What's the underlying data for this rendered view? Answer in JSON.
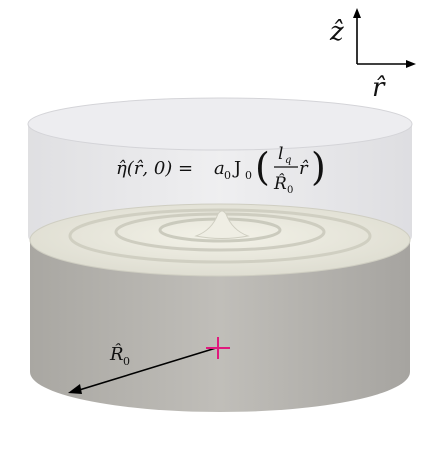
{
  "axes": {
    "vertical": "ẑ",
    "horizontal": "r̂"
  },
  "equation": {
    "lhs": "η̂(r̂, 0) =",
    "coef": "a",
    "coef_sub": "0",
    "bessel": "J",
    "bessel_sub": "0",
    "num": "l",
    "num_sub": "q",
    "den": "R̂",
    "den_sub": "0",
    "var": "r̂"
  },
  "radius": {
    "label": "R̂",
    "label_sub": "0"
  },
  "colors": {
    "liquid": "#b3b1ac",
    "surface": "#e6e5d9",
    "container_air": "#e3e3e6",
    "center_marker": "#e0197d",
    "arrow": "#000000"
  }
}
